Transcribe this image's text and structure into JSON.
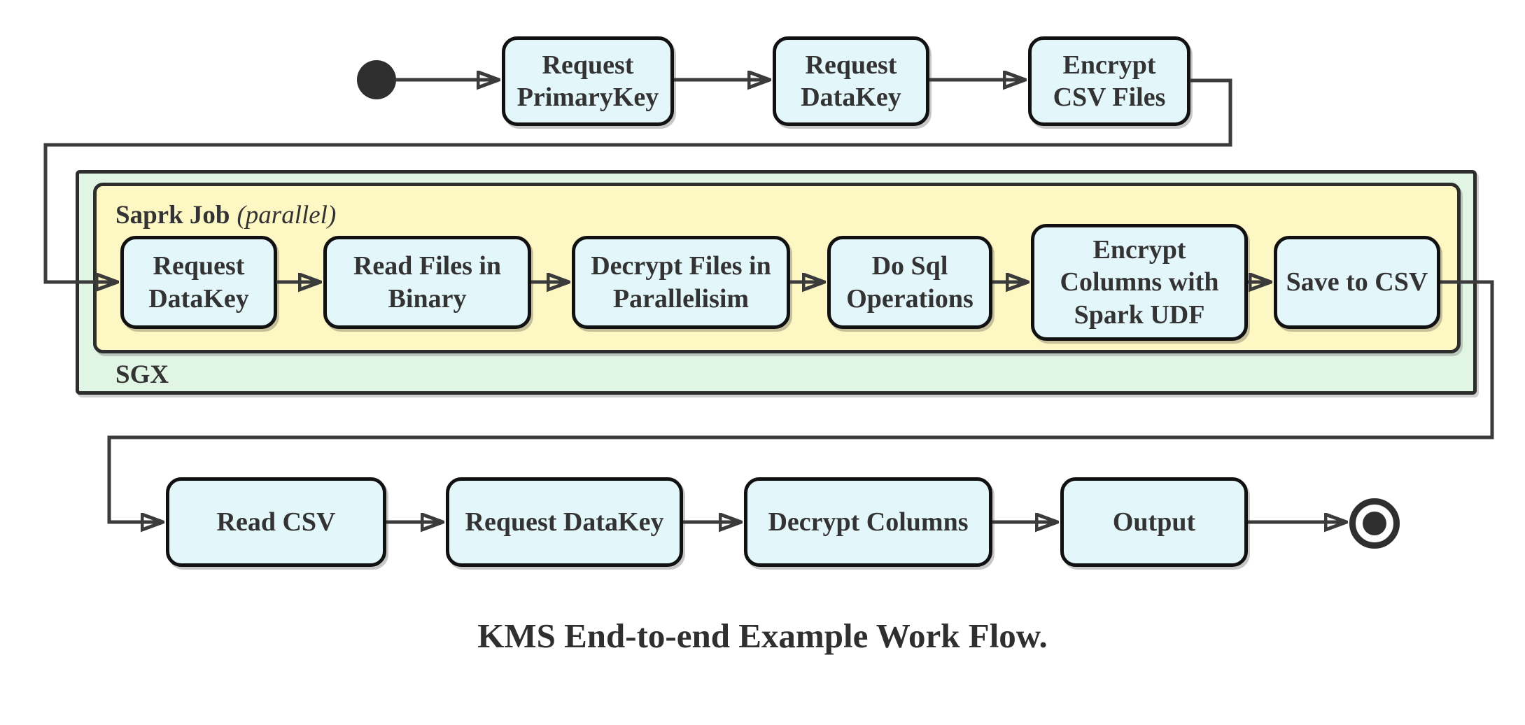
{
  "diagram": {
    "caption": "KMS End-to-end Example Work Flow.",
    "colors": {
      "node_fill": "#e3f6fa",
      "node_border": "#111111",
      "sgx_fill": "#e0f5e4",
      "spark_fill": "#fdf7c4",
      "line": "#3b3b3b",
      "text": "#333333"
    },
    "top_row": {
      "nodes": [
        {
          "label": "Request\nPrimaryKey"
        },
        {
          "label": "Request\nDataKey"
        },
        {
          "label": "Encrypt\nCSV Files"
        }
      ]
    },
    "sgx_container": {
      "label": "SGX"
    },
    "spark_container": {
      "label_bold": "Saprk Job",
      "label_paren": "(parallel)"
    },
    "spark_row": {
      "nodes": [
        {
          "label": "Request\nDataKey"
        },
        {
          "label": "Read Files in\nBinary"
        },
        {
          "label": "Decrypt Files in\nParallelisim"
        },
        {
          "label": "Do Sql\nOperations"
        },
        {
          "label": "Encrypt\nColumns with\nSpark UDF"
        },
        {
          "label": "Save to CSV"
        }
      ]
    },
    "bottom_row": {
      "nodes": [
        {
          "label": "Read CSV"
        },
        {
          "label": "Request DataKey"
        },
        {
          "label": "Decrypt Columns"
        },
        {
          "label": "Output"
        }
      ]
    }
  }
}
